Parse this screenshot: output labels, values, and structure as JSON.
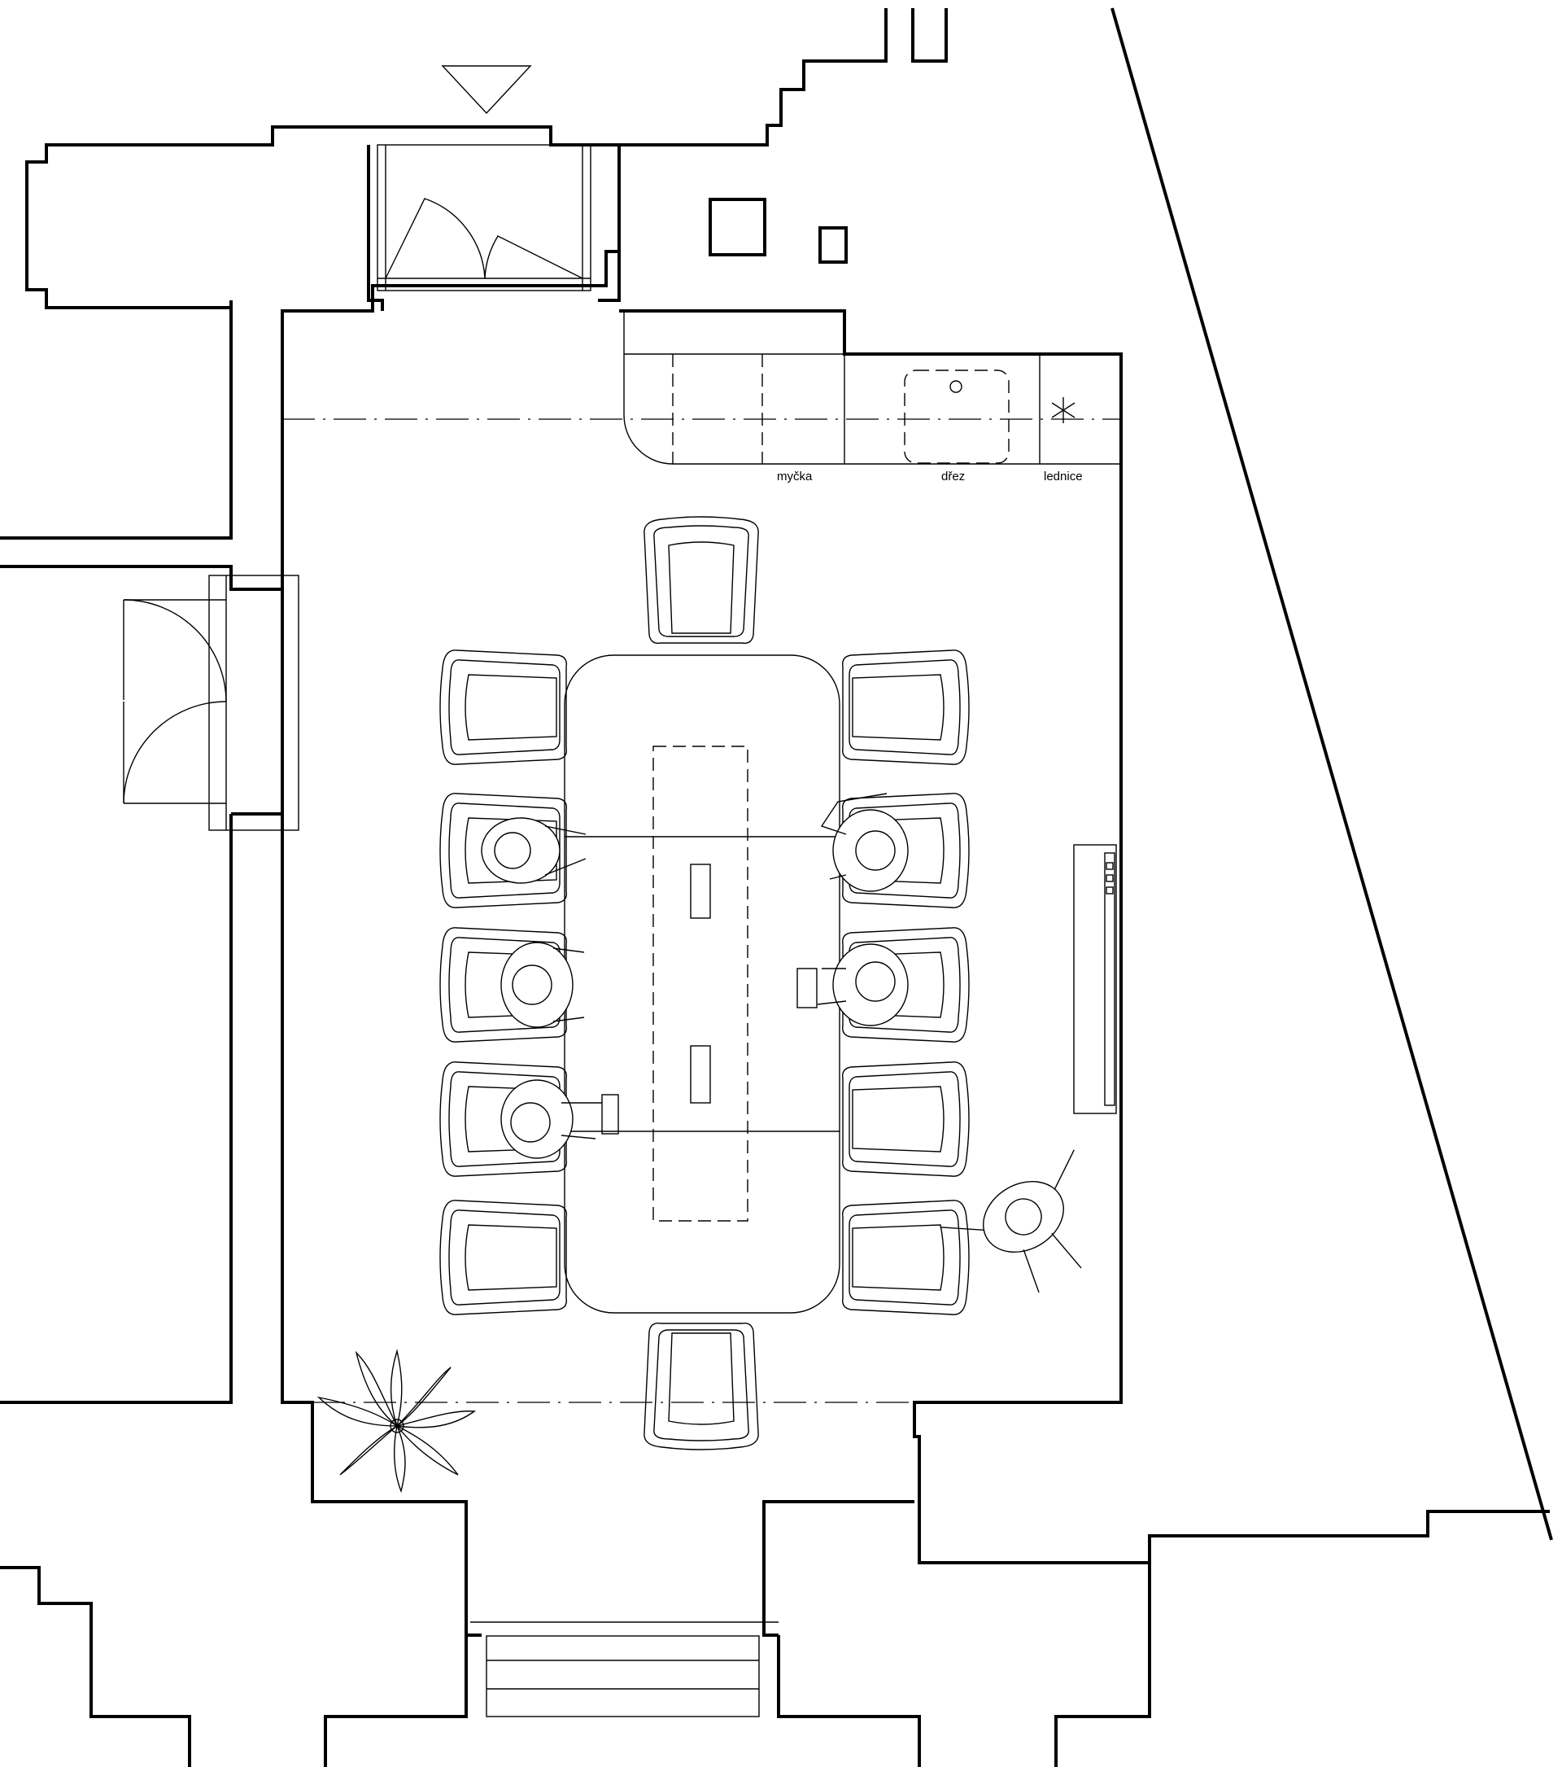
{
  "labels": {
    "dishwasher": "myčka",
    "sink": "dřez",
    "fridge": "lednice"
  }
}
